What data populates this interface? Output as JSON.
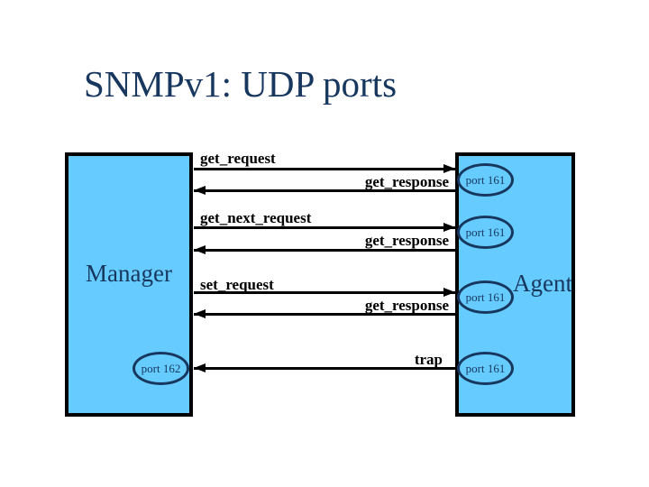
{
  "slide": {
    "title": "SNMPv1: UDP ports"
  },
  "diagram": {
    "manager": {
      "label": "Manager",
      "port": "port 162"
    },
    "agent": {
      "label": "Agent",
      "ports": [
        "port 161",
        "port 161",
        "port 161",
        "port 161"
      ]
    },
    "messages": [
      {
        "label": "get_request",
        "direction": "manager-to-agent"
      },
      {
        "label": "get_response",
        "direction": "agent-to-manager"
      },
      {
        "label": "get_next_request",
        "direction": "manager-to-agent"
      },
      {
        "label": "get_response",
        "direction": "agent-to-manager"
      },
      {
        "label": "set_request",
        "direction": "manager-to-agent"
      },
      {
        "label": "get_response",
        "direction": "agent-to-manager"
      },
      {
        "label": "trap",
        "direction": "agent-to-manager"
      }
    ],
    "colors": {
      "box_fill": "#66CCFF",
      "box_border": "#000000",
      "title_text": "#17375E",
      "oval_border": "#17375E",
      "arrow": "#000000"
    }
  }
}
